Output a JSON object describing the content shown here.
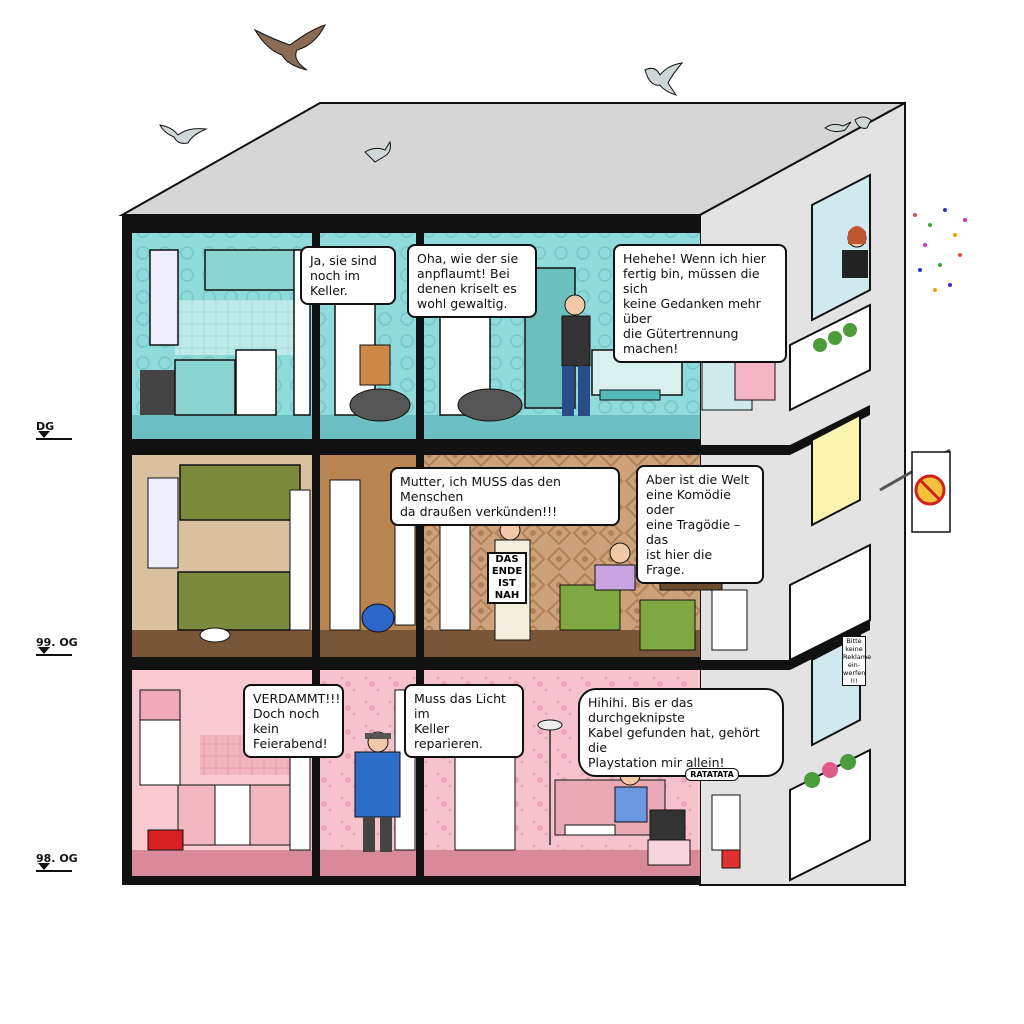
{
  "floors": {
    "dg": "DG",
    "og99": "99. OG",
    "og98": "98. OG"
  },
  "bubbles": {
    "keller": "Ja, sie sind\nnoch im Keller.",
    "anpflaumt": "Oha, wie der sie\nanpflaumt! Bei\ndenen kriselt es\nwohl gewaltig.",
    "hehehe": "Hehehe! Wenn ich hier\nfertig bin, müssen die sich\nkeine Gedanken mehr über\ndie Gütertrennung machen!",
    "mutter": "Mutter, ich MUSS das den Menschen\nda draußen verkünden!!!",
    "welt": "Aber ist die Welt\neine Komödie oder\neine Tragödie – das\nist hier die Frage.",
    "verdammt": "VERDAMMT!!!\nDoch noch kein\nFeierabend!",
    "licht": "Muss das Licht im\nKeller reparieren.",
    "hihihi": "Hihihi. Bis er das durchgeknipste\nKabel gefunden hat, gehört die\nPlaystation mir allein!"
  },
  "signs": {
    "ende": "DAS\nENDE\nIST\nNAH",
    "ratatata": "RATATATA",
    "reklame": "Bitte\nkeine\nReklame\nein-\nwerfen\n!!!"
  },
  "colors": {
    "roof": "#d6d6d6",
    "facade": "#e3e3e3",
    "frame": "#111111",
    "dg_wall": "#8fdada",
    "dg_pattern": "#7ecfd0",
    "og99_kitchen": "#d9c1a0",
    "og99_hall": "#b88552",
    "og99_living": "#cda27a",
    "og98_wall": "#f4bcc7",
    "og98_pattern": "#efa8b8"
  }
}
